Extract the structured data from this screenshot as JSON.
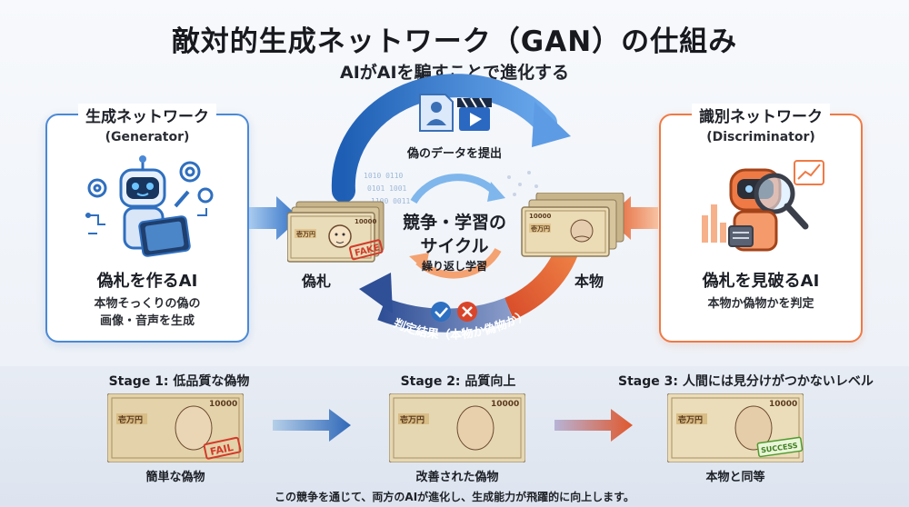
{
  "header": {
    "title": "敵対的生成ネットワーク（GAN）の仕組み",
    "subtitle": "AIがAIを騙すことで進化する"
  },
  "generator": {
    "title": "生成ネットワーク",
    "subtitle": "(Generator)",
    "main": "偽札を作るAI",
    "desc_line1": "本物そっくりの偽の",
    "desc_line2": "画像・音声を生成",
    "icon": "robot-with-tablet-icon",
    "color": "#4a89d6"
  },
  "discriminator": {
    "title": "識別ネットワーク",
    "subtitle": "(Discriminator)",
    "main": "偽札を見破るAI",
    "desc": "本物か偽物かを判定",
    "icon": "robot-with-magnifier-icon",
    "color": "#ef7a45"
  },
  "cycle": {
    "submit_label": "偽のデータを提出",
    "center_line1": "競争・学習の",
    "center_line2": "サイクル",
    "center_sub": "繰り返し学習",
    "judge_label": "判定結果（本物か偽物か）",
    "fake_label": "偽札",
    "real_label": "本物",
    "fake_stamp": "FAKE"
  },
  "bill": {
    "denomination": "壱万円",
    "number": "10000"
  },
  "stages": [
    {
      "title": "Stage 1: 低品質な偽物",
      "caption": "簡単な偽物",
      "stamp": "FAIL"
    },
    {
      "title": "Stage 2: 品質向上",
      "caption": "改善された偽物",
      "stamp": ""
    },
    {
      "title": "Stage 3: 人間には見分けがつかないレベル",
      "caption": "本物と同等",
      "stamp": "SUCCESS"
    }
  ],
  "footer": "この競争を通じて、両方のAIが進化し、生成能力が飛躍的に向上します。"
}
